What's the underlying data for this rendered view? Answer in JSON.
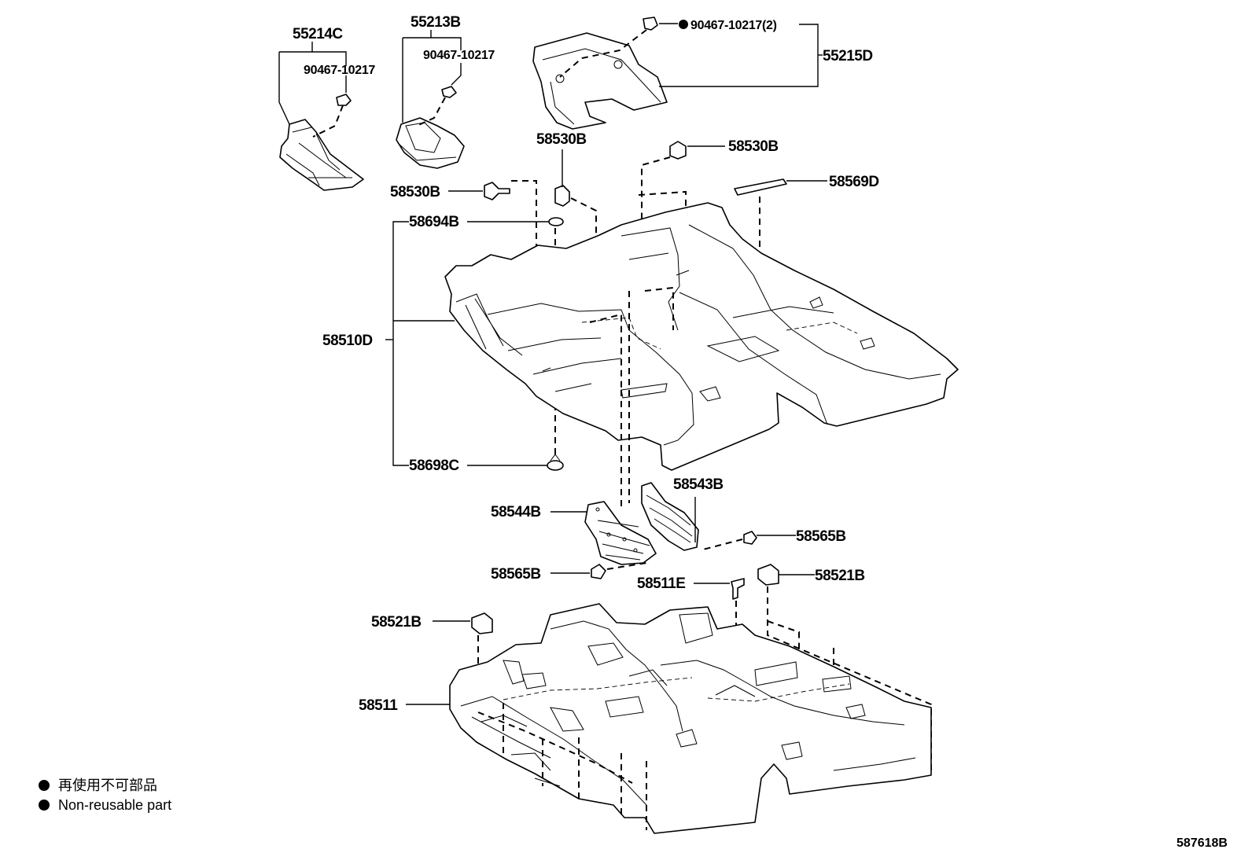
{
  "parts": {
    "p55214C": "55214C",
    "p55213B": "55213B",
    "p55215D": "55215D",
    "p90467_a": "90467-10217",
    "p90467_b": "90467-10217",
    "p90467_c": "90467-10217(2)",
    "p58530B_a": "58530B",
    "p58530B_b": "58530B",
    "p58530B_c": "58530B",
    "p58569D": "58569D",
    "p58694B": "58694B",
    "p58510D": "58510D",
    "p58698C": "58698C",
    "p58543B": "58543B",
    "p58544B": "58544B",
    "p58565B_a": "58565B",
    "p58565B_b": "58565B",
    "p58511E": "58511E",
    "p58521B_a": "58521B",
    "p58521B_b": "58521B",
    "p58511": "58511"
  },
  "legend": {
    "line_jp": "再使用不可部品",
    "line_en": "Non-reusable part"
  },
  "illustration_code": "587618B"
}
